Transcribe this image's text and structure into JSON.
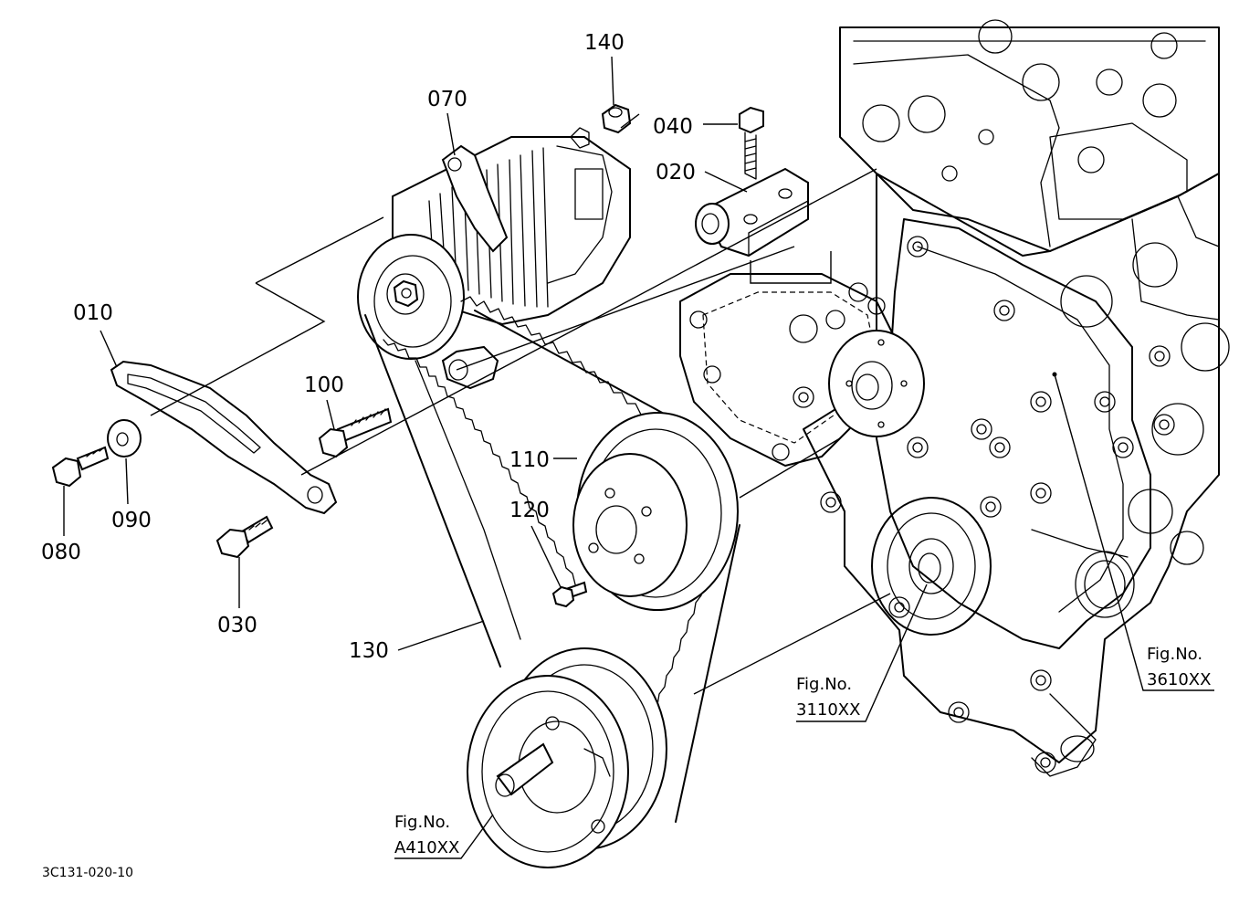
{
  "parts": [
    {
      "id": "p010",
      "number": "010"
    },
    {
      "id": "p020",
      "number": "020"
    },
    {
      "id": "p030",
      "number": "030"
    },
    {
      "id": "p040",
      "number": "040"
    },
    {
      "id": "p070",
      "number": "070"
    },
    {
      "id": "p080",
      "number": "080"
    },
    {
      "id": "p090",
      "number": "090"
    },
    {
      "id": "p100",
      "number": "100"
    },
    {
      "id": "p110",
      "number": "110"
    },
    {
      "id": "p120",
      "number": "120"
    },
    {
      "id": "p130",
      "number": "130"
    },
    {
      "id": "p140",
      "number": "140"
    }
  ],
  "figure_refs": [
    {
      "prefix": "Fig.No.",
      "code": "A410XX"
    },
    {
      "prefix": "Fig.No.",
      "code": "3110XX"
    },
    {
      "prefix": "Fig.No.",
      "code": "3610XX"
    }
  ],
  "diagram_code": "3C131-020-10"
}
